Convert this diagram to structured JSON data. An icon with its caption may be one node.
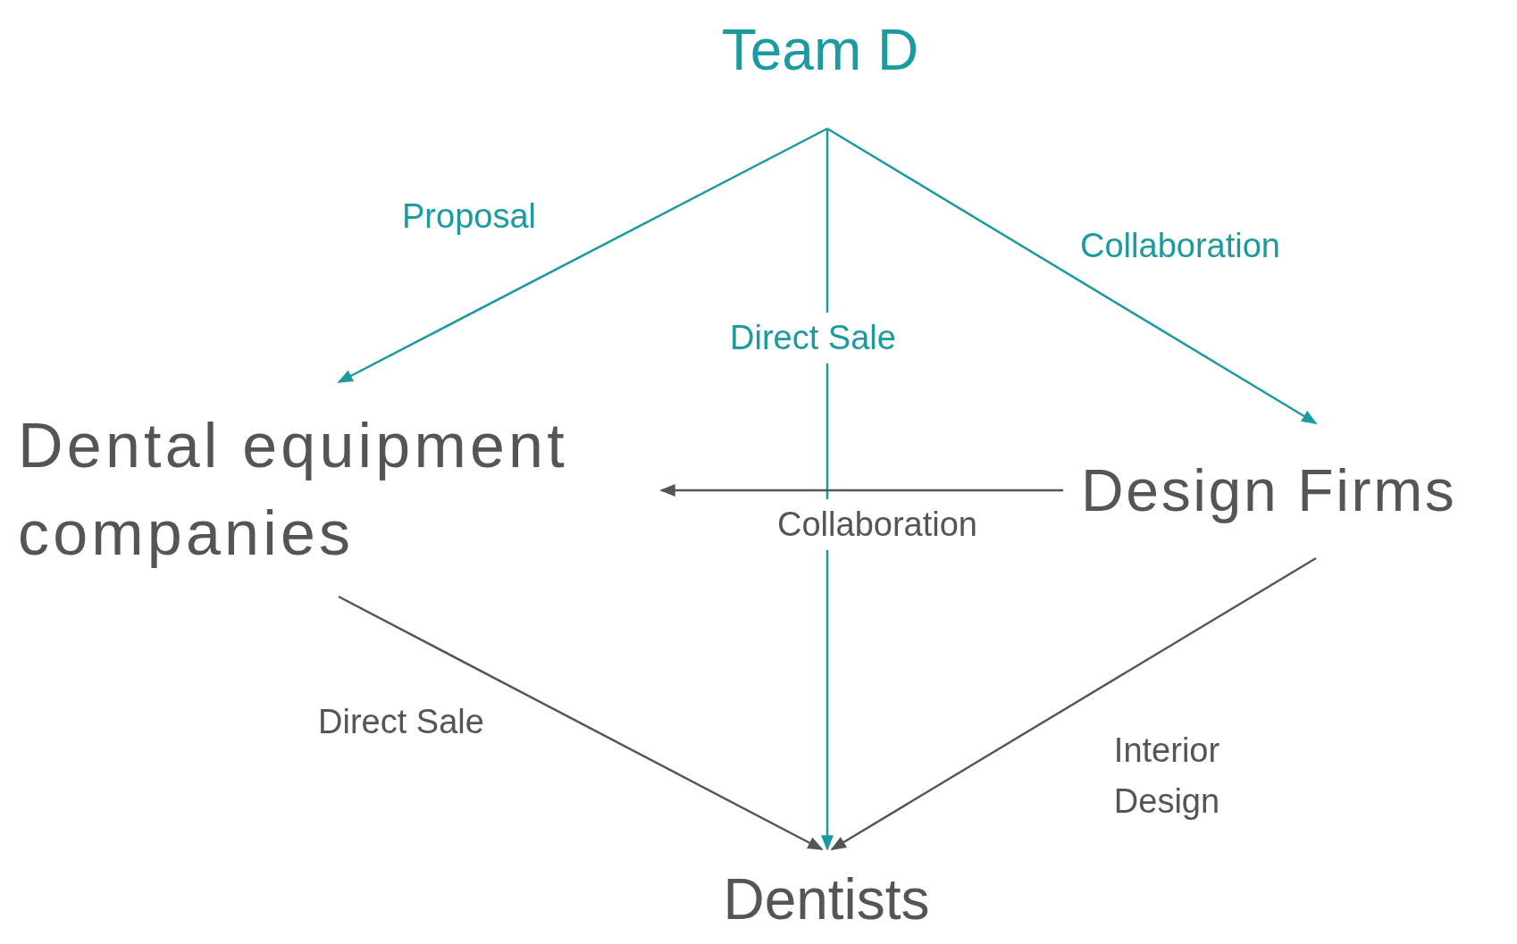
{
  "diagram": {
    "nodes": [
      {
        "text": [
          "Team D"
        ]
      },
      {
        "text": [
          "Dental equipment companies"
        ]
      },
      {
        "text": [
          "Design Firms"
        ]
      },
      {
        "text": [
          "Dentists"
        ]
      }
    ],
    "edges": [
      {
        "from": 0,
        "to": 1,
        "arrow": "to",
        "label": "Proposal",
        "color": "#1b9aa0"
      },
      {
        "from": 0,
        "to": 3,
        "arrow": "to",
        "label": "Direct Sale",
        "color": "#1b9aa0"
      },
      {
        "from": 0,
        "to": 2,
        "arrow": "to",
        "label": "Collaboration",
        "color": "#1b9aa0"
      },
      {
        "from": 2,
        "to": 1,
        "arrow": "to",
        "label": "Collaboration"
      },
      {
        "from": 1,
        "to": 3,
        "arrow": "to",
        "label": "Direct Sale"
      },
      {
        "from": 2,
        "to": 3,
        "arrow": "to",
        "label": "Interior Design"
      }
    ]
  }
}
